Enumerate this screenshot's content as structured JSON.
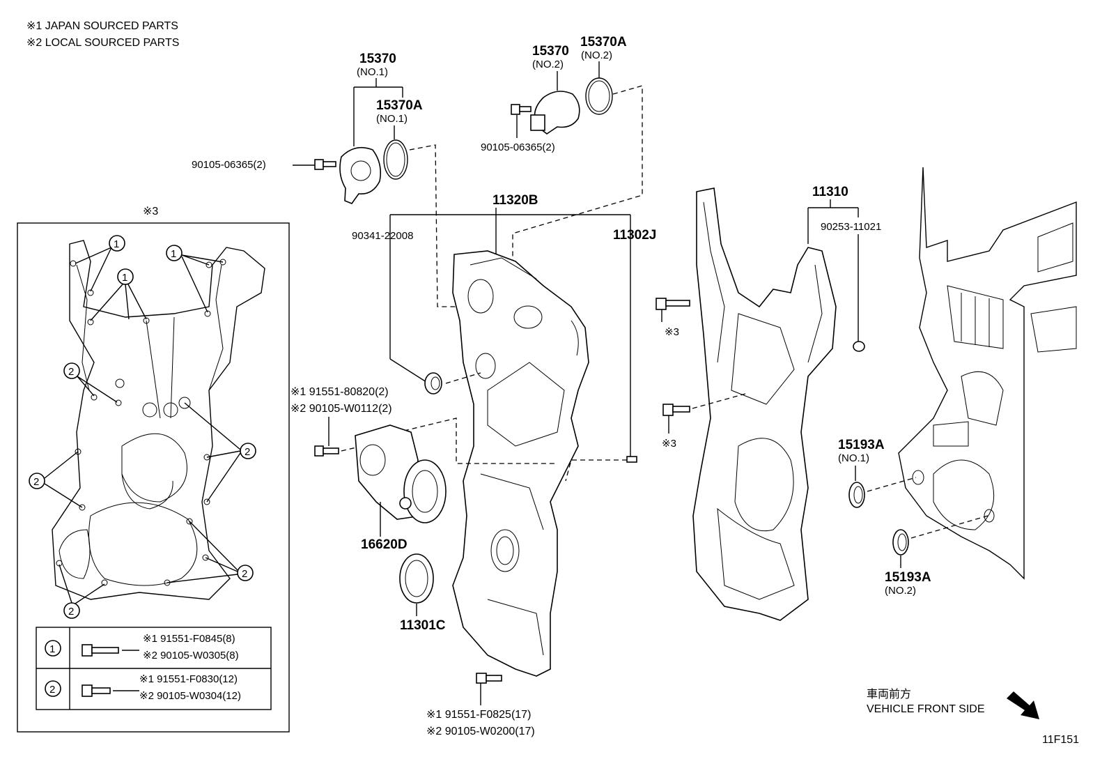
{
  "notes": {
    "note1": "※1 JAPAN SOURCED PARTS",
    "note2": "※2 LOCAL SOURCED PARTS",
    "inset_mark": "※3"
  },
  "parts": {
    "p15370_no1": "15370",
    "p15370_no1_sub": "(NO.1)",
    "p15370a_no1": "15370A",
    "p15370a_no1_sub": "(NO.1)",
    "p15370_no2": "15370",
    "p15370_no2_sub": "(NO.2)",
    "p15370a_no2": "15370A",
    "p15370a_no2_sub": "(NO.2)",
    "bolt_left": "90105-06365(2)",
    "bolt_top": "90105-06365(2)",
    "p11320b": "11320B",
    "p90341": "90341-22008",
    "p11302j": "11302J",
    "p11310": "11310",
    "p90253": "90253-11021",
    "mark3a": "※3",
    "mark3b": "※3",
    "tens_bolt1": "※1 91551-80820(2)",
    "tens_bolt2": "※2 90105-W0112(2)",
    "p16620d": "16620D",
    "p11301c": "11301C",
    "p15193a_no1": "15193A",
    "p15193a_no1_sub": "(NO.1)",
    "p15193a_no2": "15193A",
    "p15193a_no2_sub": "(NO.2)",
    "bottom_bolt1": "※1 91551-F0825(17)",
    "bottom_bolt2": "※2 90105-W0200(17)"
  },
  "inset": {
    "callout1": "1",
    "callout2": "2",
    "legend1_num": "1",
    "legend1_a": "※1 91551-F0845(8)",
    "legend1_b": "※2 90105-W0305(8)",
    "legend2_num": "2",
    "legend2_a": "※1 91551-F0830(12)",
    "legend2_b": "※2 90105-W0304(12)"
  },
  "direction": {
    "jp": "車両前方",
    "en": "VEHICLE FRONT SIDE"
  },
  "figure_code": "11F151"
}
